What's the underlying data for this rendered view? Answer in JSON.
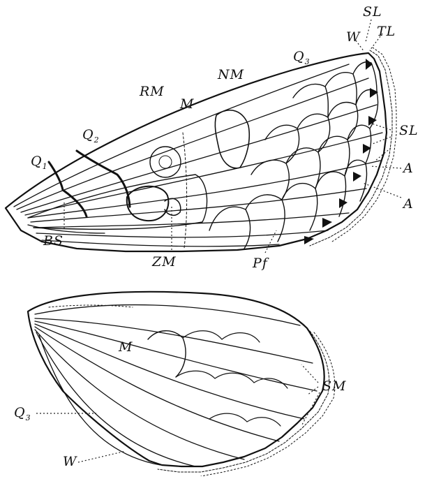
{
  "forewing": {
    "labels": {
      "SL_top": "SL",
      "W": "W",
      "TL": "TL",
      "Q3": "Q3",
      "NM": "NM",
      "RM": "RM",
      "M": "M",
      "Q2": "Q2",
      "Q1": "Q1",
      "SL_right": "SL",
      "A_upper": "A",
      "A_lower": "A",
      "BS": "BS",
      "ZM": "ZM",
      "Pf": "Pf"
    }
  },
  "hindwing": {
    "labels": {
      "M": "M",
      "SM": "SM",
      "Q3": "Q3",
      "W": "W"
    }
  }
}
